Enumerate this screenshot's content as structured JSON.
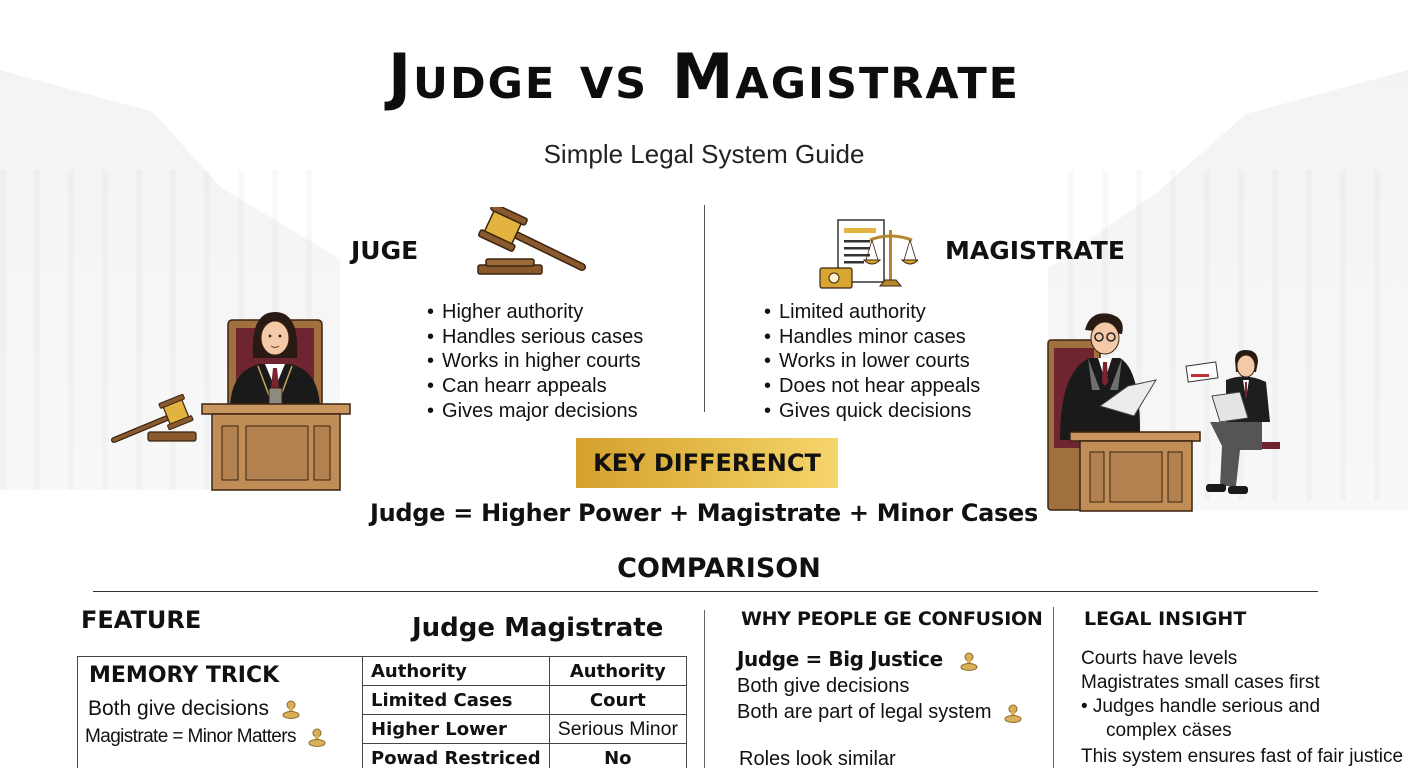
{
  "header": {
    "title": "Judge vs Magistrate",
    "subtitle": "Simple Legal System Guide"
  },
  "judge": {
    "heading": "JUGE",
    "icon": "gavel-icon",
    "bullets": [
      "Higher authority",
      "Handles serious cases",
      "Works in higher courts",
      "Can hearr appeals",
      "Gives major decisions"
    ]
  },
  "magistrate": {
    "heading": "MAGISTRATE",
    "icon": "document-scales-icon",
    "bullets": [
      "Limited authority",
      "Handles minor cases",
      "Works in lower courts",
      "Does not hear appeals",
      "Gives quick decisions"
    ]
  },
  "key_difference": {
    "label": "KEY DIFFERENCT",
    "formula": "Judge = Higher Power + Magistrate + Minor Cases"
  },
  "comparison": {
    "heading": "COMPARISON",
    "feature_label": "FEATURE",
    "table_title": "Judge Magistrate",
    "memory_trick": {
      "title": "MEMORY TRICK",
      "lines": [
        "Both give decisions",
        "Magistrate = Minor Matters"
      ]
    },
    "rows": [
      [
        "Authority",
        "Authority"
      ],
      [
        "Limited Cases",
        "Court"
      ],
      [
        "Higher Lower",
        "Serious Minor"
      ],
      [
        "Powad Restriced",
        "No"
      ]
    ]
  },
  "why_confusion": {
    "title": "WHY PEOPLE GE CONFUSION",
    "lines": [
      "Judge = Big Justice",
      "Both give decisions",
      "Both are part of legal system",
      "Roles look similar"
    ]
  },
  "legal_insight": {
    "title": "LEGAL INSIGHT",
    "lines": [
      "Courts have levels",
      "Magistrates small cases first",
      "• Judges handle serious and",
      "complex cäses",
      "This system ensures fast of fair justice"
    ]
  },
  "colors": {
    "gold": "#e2b43f",
    "wood": "#b8894f",
    "maroon": "#7a2430",
    "robe": "#1a1a1a"
  }
}
